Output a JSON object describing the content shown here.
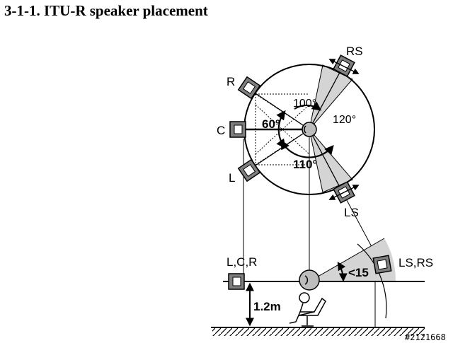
{
  "page": {
    "heading": "3-1-1. ITU-R speaker placement"
  },
  "diagram": {
    "labels": {
      "rs": "RS",
      "r": "R",
      "c": "C",
      "l": "L",
      "ls": "LS",
      "angle_60": "60°",
      "angle_100": "100°",
      "angle_120": "120°",
      "angle_110": "110°",
      "lcr": "L,C,R",
      "lsrs": "LS,RS",
      "lt15": "<15",
      "height": "1.2m"
    },
    "watermark": "#2121668",
    "colors": {
      "line": "#000000",
      "sector_fill": "#d4d4d4",
      "speaker_fill": "#7f7f7f"
    }
  }
}
